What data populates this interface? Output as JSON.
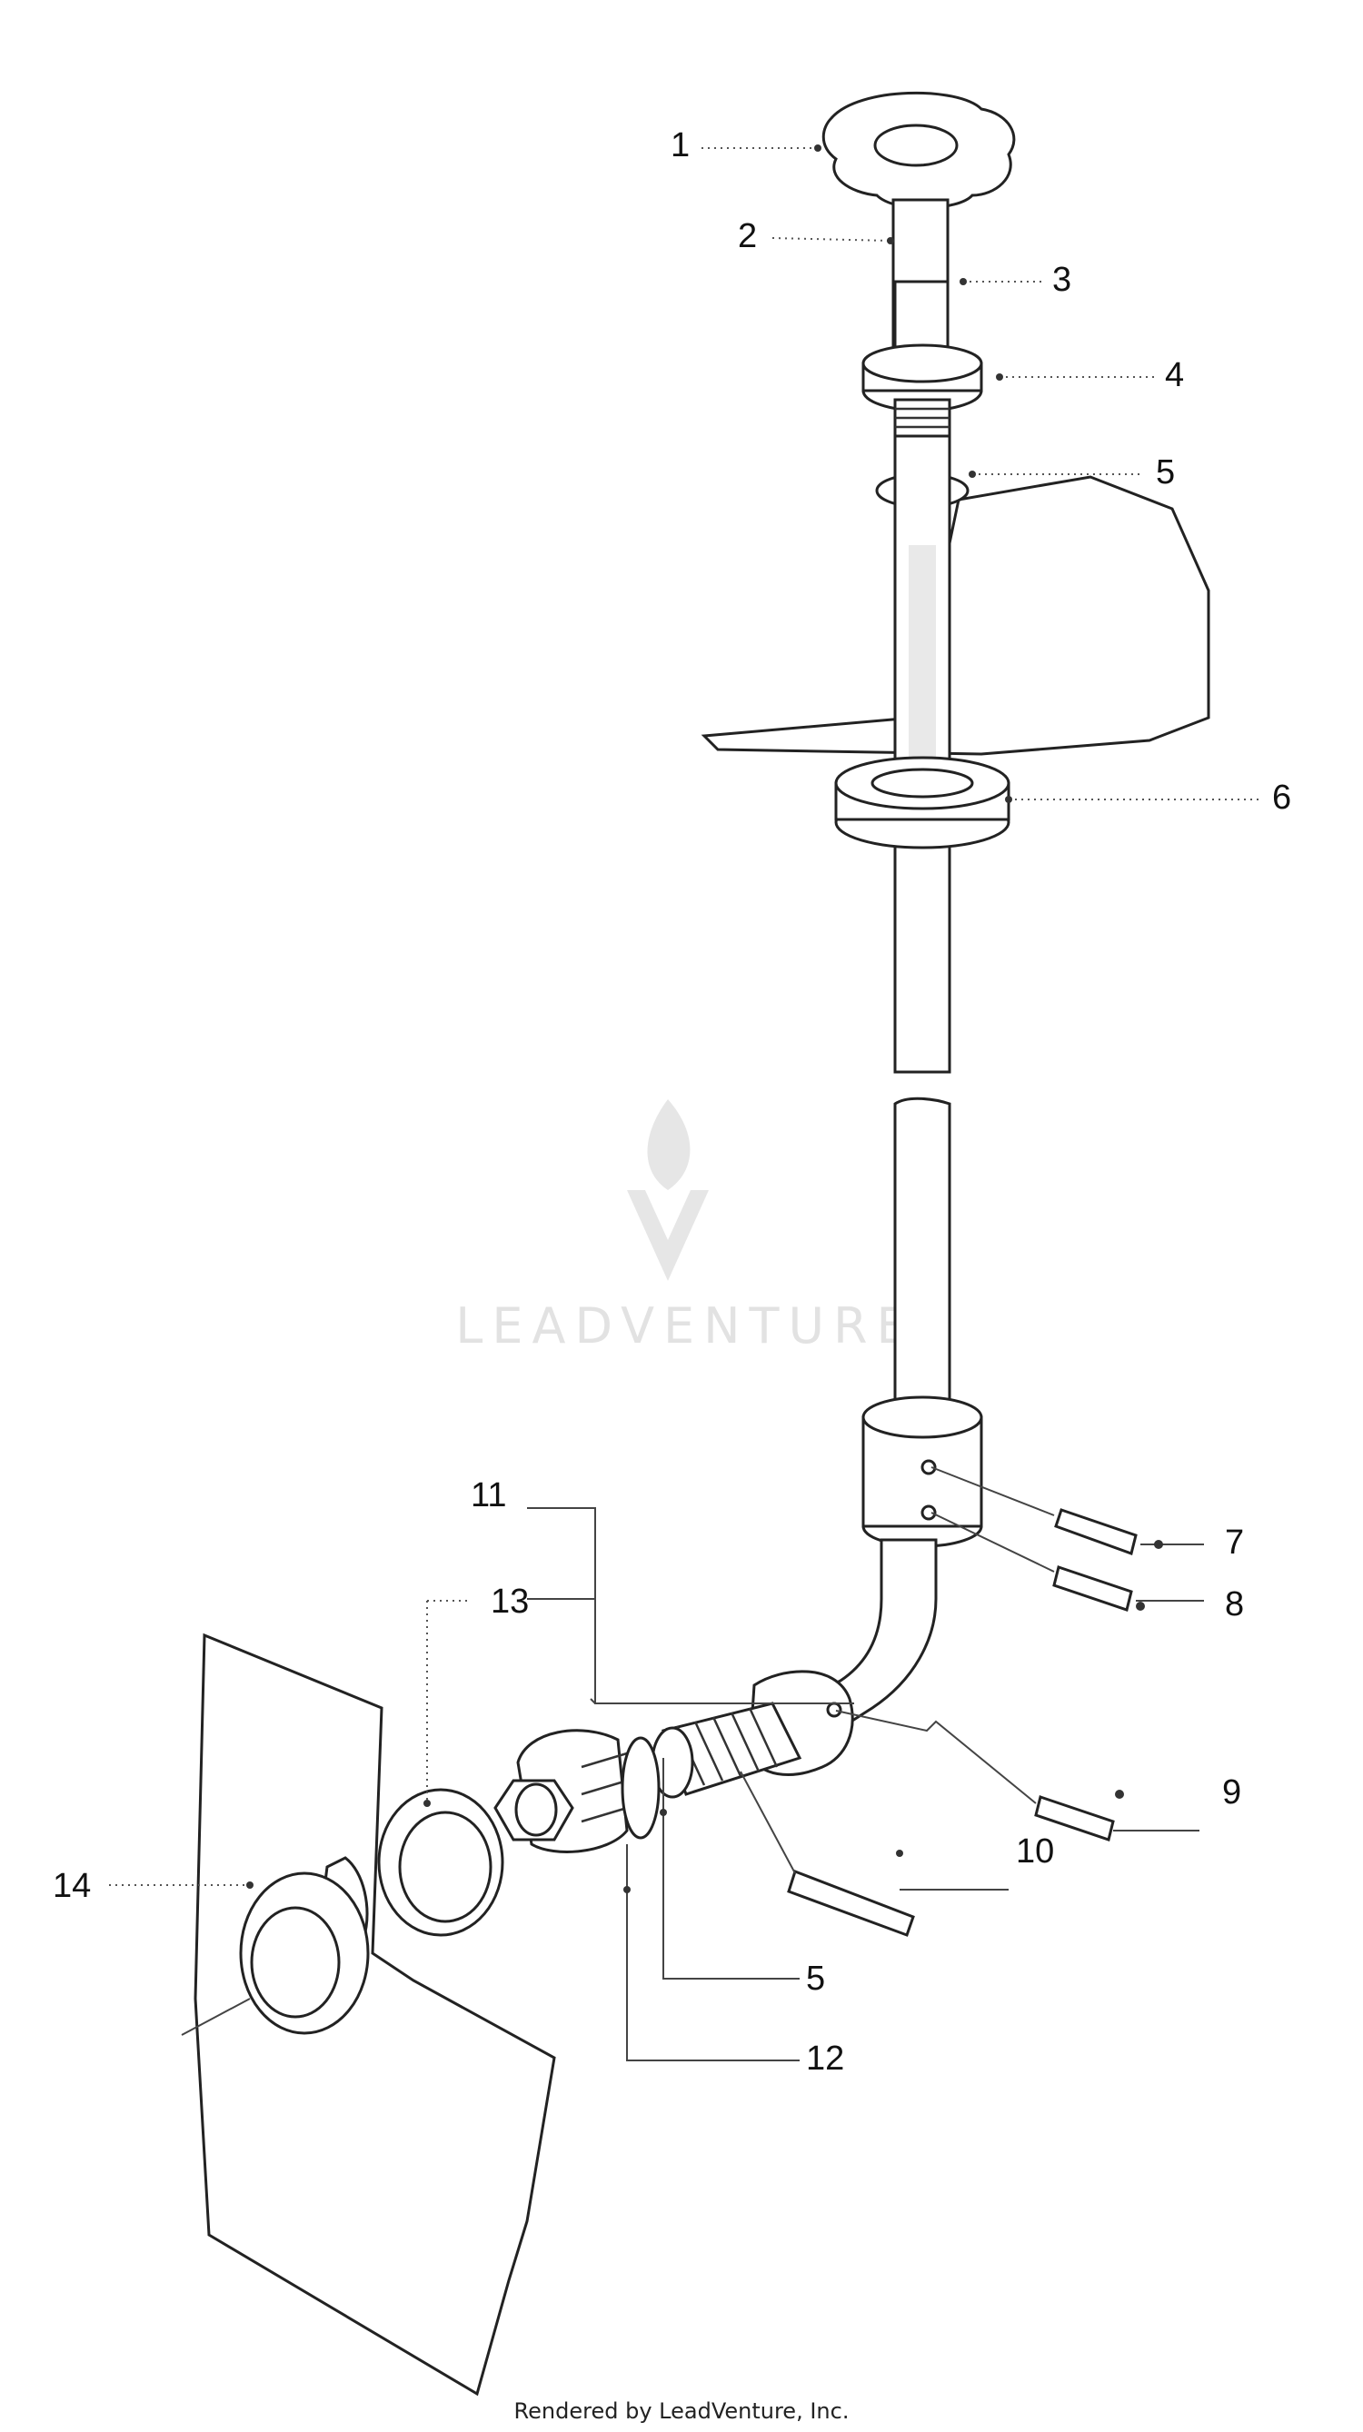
{
  "callouts": [
    {
      "id": "c1",
      "label": "1"
    },
    {
      "id": "c2",
      "label": "2"
    },
    {
      "id": "c3",
      "label": "3"
    },
    {
      "id": "c4",
      "label": "4"
    },
    {
      "id": "c5a",
      "label": "5"
    },
    {
      "id": "c6",
      "label": "6"
    },
    {
      "id": "c7",
      "label": "7"
    },
    {
      "id": "c8",
      "label": "8"
    },
    {
      "id": "c9",
      "label": "9"
    },
    {
      "id": "c10",
      "label": "10"
    },
    {
      "id": "c11",
      "label": "11"
    },
    {
      "id": "c13",
      "label": "13"
    },
    {
      "id": "c14",
      "label": "14"
    },
    {
      "id": "c5b",
      "label": "5"
    },
    {
      "id": "c12",
      "label": "12"
    }
  ],
  "watermark": "LEADVENTURE",
  "footer": "Rendered by LeadVenture, Inc."
}
